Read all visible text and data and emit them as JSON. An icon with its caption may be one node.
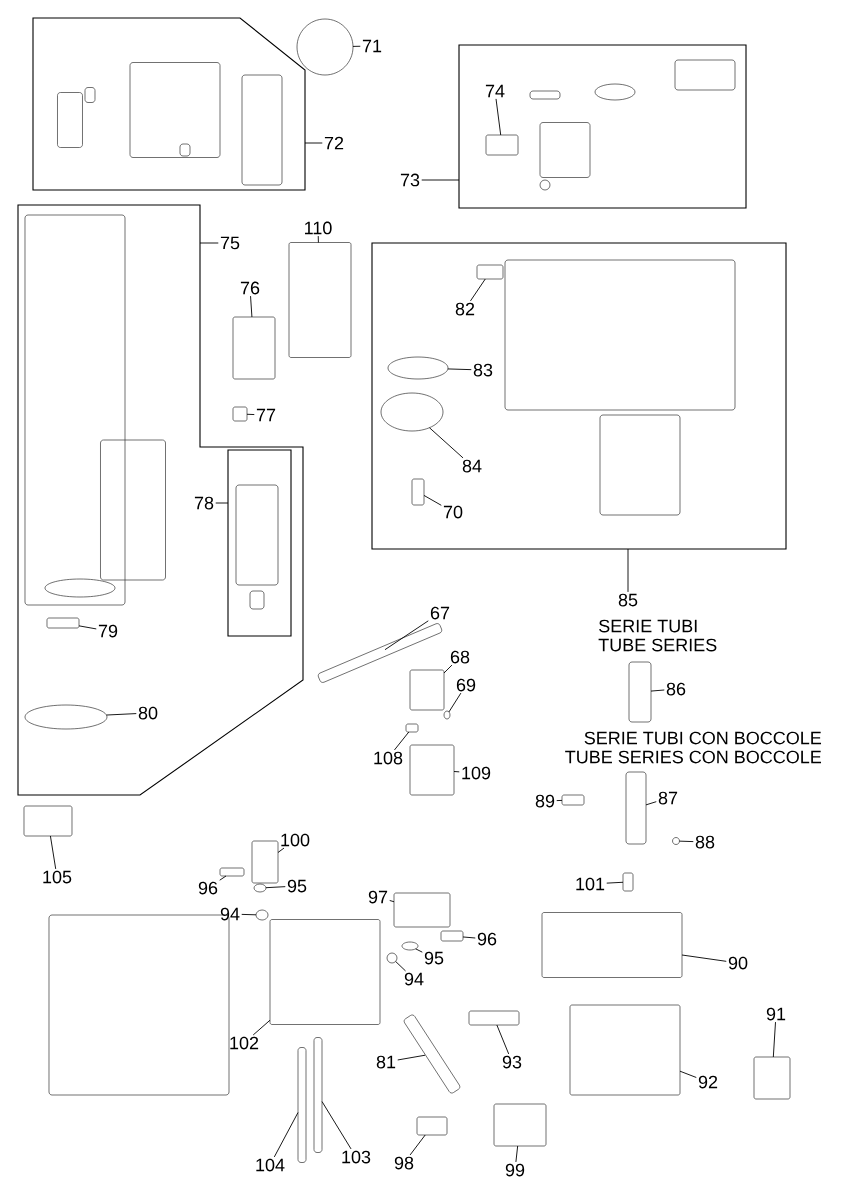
{
  "diagram": {
    "nodes": [
      {
        "text": [],
        "shape": "box"
      },
      {
        "text": [
          "72"
        ]
      },
      {
        "text": [
          "71"
        ]
      },
      {
        "text": [],
        "shape": "circle"
      },
      {
        "text": [],
        "shape": "box"
      },
      {
        "text": [
          "73"
        ]
      },
      {
        "text": [
          "74"
        ],
        "in": 4
      },
      {
        "text": [],
        "shape": "box",
        "in": 4
      },
      {
        "text": [],
        "shape": "box"
      },
      {
        "text": [
          "75"
        ]
      },
      {
        "text": [
          "110"
        ]
      },
      {
        "text": [],
        "shape": "box"
      },
      {
        "text": [
          "76"
        ]
      },
      {
        "text": [],
        "shape": "box"
      },
      {
        "text": [
          "77"
        ]
      },
      {
        "text": [],
        "shape": "box"
      },
      {
        "text": [],
        "shape": "box",
        "in": 8
      },
      {
        "text": [
          "78"
        ],
        "in": 8
      },
      {
        "text": [
          "79"
        ],
        "in": 8
      },
      {
        "text": [],
        "shape": "box",
        "in": 8
      },
      {
        "text": [
          "80"
        ],
        "in": 8
      },
      {
        "text": [],
        "shape": "circle",
        "in": 8
      },
      {
        "text": [],
        "shape": "box"
      },
      {
        "text": [
          "85"
        ]
      },
      {
        "text": [
          "82"
        ],
        "in": 22
      },
      {
        "text": [],
        "shape": "box",
        "in": 22
      },
      {
        "text": [
          "83"
        ],
        "in": 22
      },
      {
        "text": [],
        "shape": "circle",
        "in": 22
      },
      {
        "text": [
          "84"
        ],
        "in": 22
      },
      {
        "text": [],
        "shape": "circle",
        "in": 22
      },
      {
        "text": [
          "70"
        ],
        "in": 22
      },
      {
        "text": [],
        "shape": "box",
        "in": 22
      },
      {
        "text": [
          "67"
        ]
      },
      {
        "text": [],
        "shape": "bar"
      },
      {
        "text": [
          "68"
        ]
      },
      {
        "text": [],
        "shape": "box"
      },
      {
        "text": [
          "69"
        ]
      },
      {
        "text": [],
        "shape": "circle"
      },
      {
        "text": [
          "108"
        ]
      },
      {
        "text": [],
        "shape": "box"
      },
      {
        "text": [
          "109"
        ]
      },
      {
        "text": [],
        "shape": "box"
      },
      {
        "text": [
          "86"
        ]
      },
      {
        "text": [],
        "shape": "bar"
      },
      {
        "text": [
          "87"
        ]
      },
      {
        "text": [],
        "shape": "bar"
      },
      {
        "text": [
          "89"
        ]
      },
      {
        "text": [],
        "shape": "box"
      },
      {
        "text": [
          "88"
        ]
      },
      {
        "text": [],
        "shape": "circle"
      },
      {
        "text": [
          "105"
        ]
      },
      {
        "text": [],
        "shape": "box"
      },
      {
        "text": [
          "100"
        ]
      },
      {
        "text": [],
        "shape": "box"
      },
      {
        "text": [
          "96"
        ]
      },
      {
        "text": [],
        "shape": "box"
      },
      {
        "text": [
          "95"
        ]
      },
      {
        "text": [],
        "shape": "circle"
      },
      {
        "text": [
          "94"
        ]
      },
      {
        "text": [],
        "shape": "circle"
      },
      {
        "text": [
          "97"
        ]
      },
      {
        "text": [],
        "shape": "box"
      },
      {
        "text": [
          "96"
        ]
      },
      {
        "text": [],
        "shape": "box"
      },
      {
        "text": [
          "95"
        ]
      },
      {
        "text": [],
        "shape": "circle"
      },
      {
        "text": [
          "94"
        ]
      },
      {
        "text": [],
        "shape": "circle"
      },
      {
        "text": [
          "101"
        ]
      },
      {
        "text": [],
        "shape": "box"
      },
      {
        "text": [
          "90"
        ]
      },
      {
        "text": [],
        "shape": "box"
      },
      {
        "text": [
          "102"
        ]
      },
      {
        "text": [],
        "shape": "box"
      },
      {
        "text": [
          "81"
        ]
      },
      {
        "text": [],
        "shape": "bar"
      },
      {
        "text": [
          "93"
        ]
      },
      {
        "text": [],
        "shape": "box"
      },
      {
        "text": [
          "91"
        ]
      },
      {
        "text": [],
        "shape": "box"
      },
      {
        "text": [
          "92"
        ]
      },
      {
        "text": [],
        "shape": "box"
      },
      {
        "text": [
          "104"
        ]
      },
      {
        "text": [],
        "shape": "bar"
      },
      {
        "text": [
          "103"
        ]
      },
      {
        "text": [],
        "shape": "bar"
      },
      {
        "text": [
          "98"
        ]
      },
      {
        "text": [],
        "shape": "box"
      },
      {
        "text": [
          "99"
        ]
      },
      {
        "text": [],
        "shape": "box"
      }
    ],
    "edges": [
      {
        "from": 1,
        "to": 0,
        "arrow": "none"
      },
      {
        "from": 2,
        "to": 3,
        "arrow": "none"
      },
      {
        "from": 5,
        "to": 4,
        "arrow": "none"
      },
      {
        "from": 6,
        "to": 7,
        "arrow": "none"
      },
      {
        "from": 9,
        "to": 8,
        "arrow": "none"
      },
      {
        "from": 10,
        "to": 11,
        "arrow": "none"
      },
      {
        "from": 12,
        "to": 13,
        "arrow": "none"
      },
      {
        "from": 14,
        "to": 15,
        "arrow": "none"
      },
      {
        "from": 17,
        "to": 16,
        "arrow": "none"
      },
      {
        "from": 18,
        "to": 19,
        "arrow": "none"
      },
      {
        "from": 20,
        "to": 21,
        "arrow": "none"
      },
      {
        "from": 23,
        "to": 22,
        "arrow": "none"
      },
      {
        "from": 24,
        "to": 25,
        "arrow": "none"
      },
      {
        "from": 26,
        "to": 27,
        "arrow": "none"
      },
      {
        "from": 28,
        "to": 29,
        "arrow": "none"
      },
      {
        "from": 30,
        "to": 31,
        "arrow": "none"
      },
      {
        "from": 32,
        "to": 33,
        "arrow": "none"
      },
      {
        "from": 34,
        "to": 35,
        "arrow": "none"
      },
      {
        "from": 36,
        "to": 37,
        "arrow": "none"
      },
      {
        "from": 38,
        "to": 39,
        "arrow": "none"
      },
      {
        "from": 40,
        "to": 41,
        "arrow": "none"
      },
      {
        "from": 42,
        "to": 43,
        "arrow": "none"
      },
      {
        "from": 44,
        "to": 45,
        "arrow": "none"
      },
      {
        "from": 46,
        "to": 47,
        "arrow": "none"
      },
      {
        "from": 48,
        "to": 49,
        "arrow": "none"
      },
      {
        "from": 50,
        "to": 51,
        "arrow": "none"
      },
      {
        "from": 52,
        "to": 53,
        "arrow": "none"
      },
      {
        "from": 54,
        "to": 55,
        "arrow": "none"
      },
      {
        "from": 56,
        "to": 57,
        "arrow": "none"
      },
      {
        "from": 58,
        "to": 59,
        "arrow": "none"
      },
      {
        "from": 60,
        "to": 61,
        "arrow": "none"
      },
      {
        "from": 62,
        "to": 63,
        "arrow": "none"
      },
      {
        "from": 64,
        "to": 65,
        "arrow": "none"
      },
      {
        "from": 66,
        "to": 67,
        "arrow": "none"
      },
      {
        "from": 68,
        "to": 69,
        "arrow": "none"
      },
      {
        "from": 70,
        "to": 71,
        "arrow": "none"
      },
      {
        "from": 72,
        "to": 73,
        "arrow": "none"
      },
      {
        "from": 74,
        "to": 75,
        "arrow": "none"
      },
      {
        "from": 76,
        "to": 77,
        "arrow": "none"
      },
      {
        "from": 78,
        "to": 79,
        "arrow": "none"
      },
      {
        "from": 80,
        "to": 81,
        "arrow": "none"
      },
      {
        "from": 82,
        "to": 83,
        "arrow": "none"
      },
      {
        "from": 84,
        "to": 85,
        "arrow": "none"
      },
      {
        "from": 86,
        "to": 87,
        "arrow": "none"
      },
      {
        "from": 88,
        "to": 89,
        "arrow": "none"
      }
    ],
    "labels": [
      "SERIE TUBI",
      "TUBE SERIES",
      "SERIE TUBI CON BOCCOLE",
      "TUBE SERIES CON BOCCOLE"
    ]
  }
}
